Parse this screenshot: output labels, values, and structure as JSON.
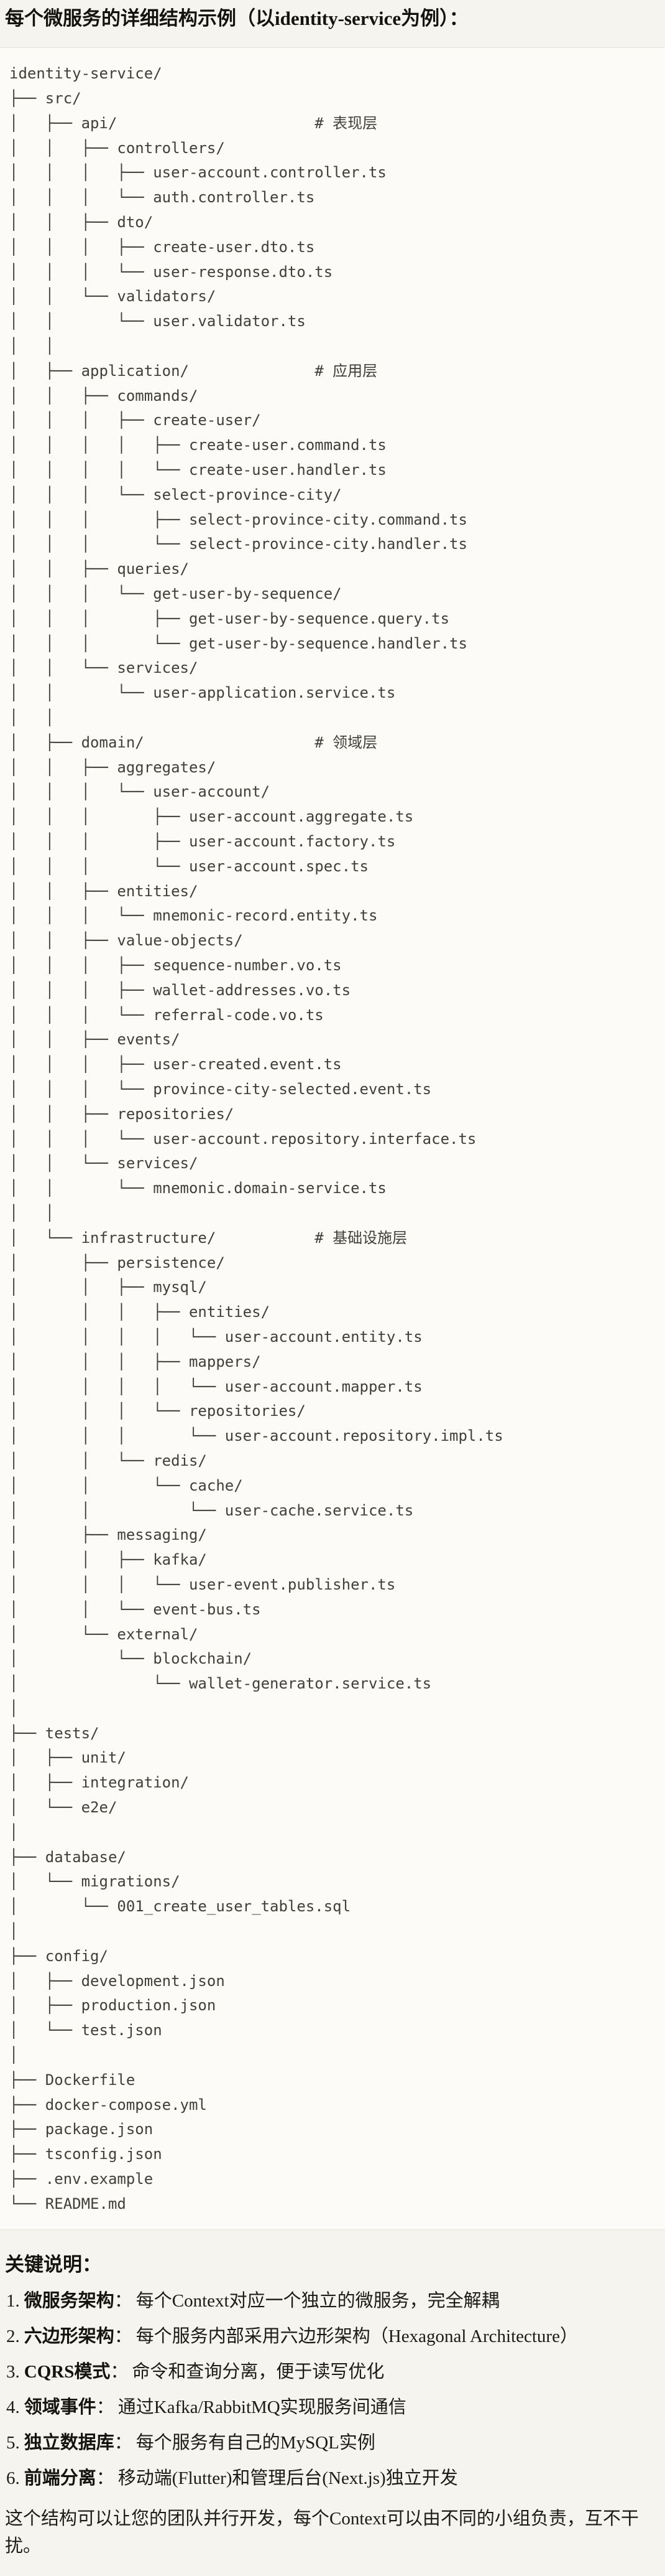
{
  "title": "每个微服务的详细结构示例（以identity-service为例）：",
  "tree": "identity-service/\n├── src/\n│   ├── api/                      # 表现层\n│   │   ├── controllers/\n│   │   │   ├── user-account.controller.ts\n│   │   │   └── auth.controller.ts\n│   │   ├── dto/\n│   │   │   ├── create-user.dto.ts\n│   │   │   └── user-response.dto.ts\n│   │   └── validators/\n│   │       └── user.validator.ts\n│   │\n│   ├── application/              # 应用层\n│   │   ├── commands/\n│   │   │   ├── create-user/\n│   │   │   │   ├── create-user.command.ts\n│   │   │   │   └── create-user.handler.ts\n│   │   │   └── select-province-city/\n│   │   │       ├── select-province-city.command.ts\n│   │   │       └── select-province-city.handler.ts\n│   │   ├── queries/\n│   │   │   └── get-user-by-sequence/\n│   │   │       ├── get-user-by-sequence.query.ts\n│   │   │       └── get-user-by-sequence.handler.ts\n│   │   └── services/\n│   │       └── user-application.service.ts\n│   │\n│   ├── domain/                   # 领域层\n│   │   ├── aggregates/\n│   │   │   └── user-account/\n│   │   │       ├── user-account.aggregate.ts\n│   │   │       ├── user-account.factory.ts\n│   │   │       └── user-account.spec.ts\n│   │   ├── entities/\n│   │   │   └── mnemonic-record.entity.ts\n│   │   ├── value-objects/\n│   │   │   ├── sequence-number.vo.ts\n│   │   │   ├── wallet-addresses.vo.ts\n│   │   │   └── referral-code.vo.ts\n│   │   ├── events/\n│   │   │   ├── user-created.event.ts\n│   │   │   └── province-city-selected.event.ts\n│   │   ├── repositories/\n│   │   │   └── user-account.repository.interface.ts\n│   │   └── services/\n│   │       └── mnemonic.domain-service.ts\n│   │\n│   └── infrastructure/           # 基础设施层\n│       ├── persistence/\n│       │   ├── mysql/\n│       │   │   ├── entities/\n│       │   │   │   └── user-account.entity.ts\n│       │   │   ├── mappers/\n│       │   │   │   └── user-account.mapper.ts\n│       │   │   └── repositories/\n│       │   │       └── user-account.repository.impl.ts\n│       │   └── redis/\n│       │       └── cache/\n│       │           └── user-cache.service.ts\n│       ├── messaging/\n│       │   ├── kafka/\n│       │   │   └── user-event.publisher.ts\n│       │   └── event-bus.ts\n│       └── external/\n│           └── blockchain/\n│               └── wallet-generator.service.ts\n│\n├── tests/\n│   ├── unit/\n│   ├── integration/\n│   └── e2e/\n│\n├── database/\n│   └── migrations/\n│       └── 001_create_user_tables.sql\n│\n├── config/\n│   ├── development.json\n│   ├── production.json\n│   └── test.json\n│\n├── Dockerfile\n├── docker-compose.yml\n├── package.json\n├── tsconfig.json\n├── .env.example\n└── README.md",
  "notes": {
    "heading": "关键说明：",
    "items": [
      {
        "num": "1.",
        "term": "微服务架构",
        "colon": "：",
        "text": "每个Context对应一个独立的微服务，完全解耦"
      },
      {
        "num": "2.",
        "term": "六边形架构",
        "colon": "：",
        "text": "每个服务内部采用六边形架构（Hexagonal Architecture）"
      },
      {
        "num": "3.",
        "term": "CQRS模式",
        "colon": "：",
        "text": "命令和查询分离，便于读写优化"
      },
      {
        "num": "4.",
        "term": "领域事件",
        "colon": "：",
        "text": "通过Kafka/RabbitMQ实现服务间通信"
      },
      {
        "num": "5.",
        "term": "独立数据库",
        "colon": "：",
        "text": "每个服务有自己的MySQL实例"
      },
      {
        "num": "6.",
        "term": "前端分离",
        "colon": "：",
        "text": "移动端(Flutter)和管理后台(Next.js)独立开发"
      }
    ]
  },
  "footer": "这个结构可以让您的团队并行开发，每个Context可以由不同的小组负责，互不干扰。",
  "colors": {
    "page_background": "#F5F4EE",
    "code_background": "#FCFBF8",
    "code_border": "#E6E3DA",
    "title_text": "#14130F",
    "tree_text": "#403F3A",
    "body_text": "#1C1B18"
  }
}
